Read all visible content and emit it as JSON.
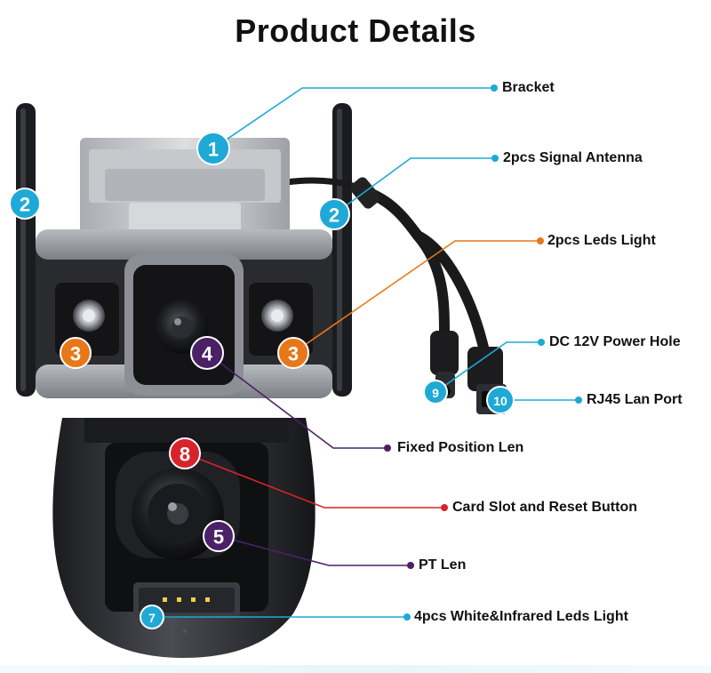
{
  "title": "Product Details",
  "colors": {
    "cyan": "#1ea9d6",
    "orange": "#e87718",
    "purple": "#4b2066",
    "red": "#d8232a"
  },
  "callouts": [
    {
      "number": "1",
      "label": "Bracket",
      "color": "cyan"
    },
    {
      "number": "2",
      "label": "2pcs Signal Antenna",
      "color": "cyan"
    },
    {
      "number": "3",
      "label": "2pcs Leds Light",
      "color": "orange"
    },
    {
      "number": "9",
      "label": "DC 12V Power Hole",
      "color": "cyan"
    },
    {
      "number": "10",
      "label": "RJ45 Lan Port",
      "color": "cyan"
    },
    {
      "number": "4",
      "label": "Fixed Position Len",
      "color": "purple"
    },
    {
      "number": "8",
      "label": "Card Slot and Reset Button",
      "color": "red"
    },
    {
      "number": "5",
      "label": "PT Len",
      "color": "purple"
    },
    {
      "number": "7",
      "label": "4pcs White&Infrared Leds Light",
      "color": "cyan"
    }
  ]
}
